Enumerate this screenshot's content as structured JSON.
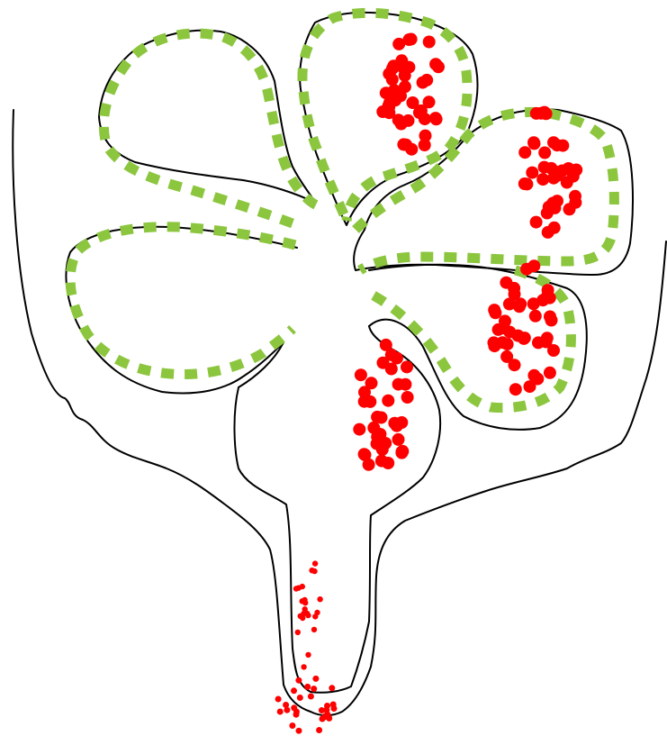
{
  "colors": {
    "background": "#ffffff",
    "outline": "#000000",
    "dashed_boundary": "#8cc63f",
    "cell_dots": "#ff0000"
  },
  "figure": {
    "description_elements": [
      "outer-body-outline",
      "inner-lobe-outlines",
      "dashed-green-lobe-boundaries",
      "red-dot-clusters"
    ]
  }
}
